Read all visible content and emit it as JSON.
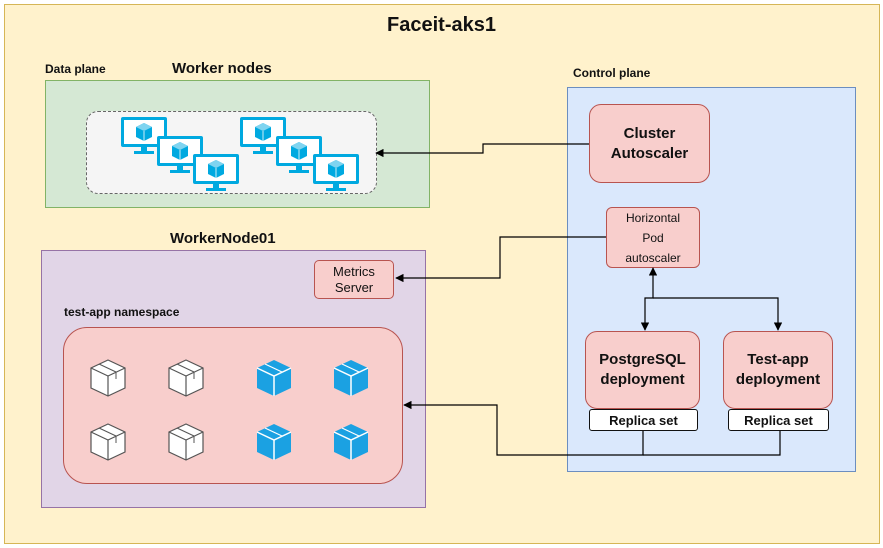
{
  "cluster": {
    "title": "Faceit-aks1"
  },
  "data_plane": {
    "label": "Data plane",
    "worker_nodes_title": "Worker nodes"
  },
  "control_plane": {
    "label": "Control plane",
    "cluster_autoscaler": "Cluster Autoscaler",
    "hpa": "Horizontal Pod autoscaler",
    "postgres": "PostgreSQL deployment",
    "testapp": "Test-app deployment",
    "replica_left": "Replica set",
    "replica_right": "Replica set"
  },
  "worker_node": {
    "title": "WorkerNode01",
    "metrics_server": "Metrics Server",
    "namespace_label": "test-app namespace"
  },
  "colors": {
    "container": "#fff2cc",
    "data_plane": "#d5e8d4",
    "control_plane": "#dae8fc",
    "worker_node": "#e1d5e7",
    "component": "#f8cecc",
    "vm_icon": "#00a9e0",
    "pod_blue": "#1ba1e2",
    "pod_white": "#ffffff"
  }
}
